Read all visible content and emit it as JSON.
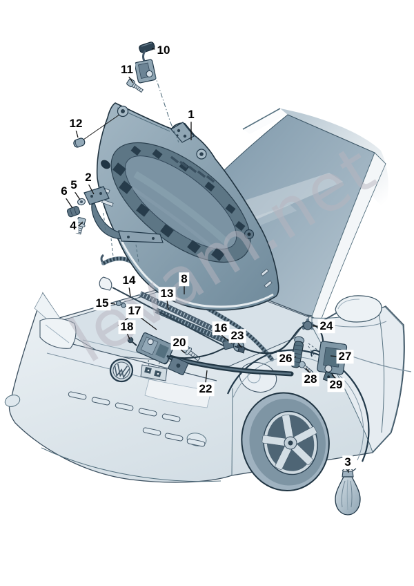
{
  "watermark": "levam.net",
  "callouts": {
    "c1": "1",
    "c2": "2",
    "c3": "3",
    "c4": "4",
    "c5": "5",
    "c6": "6",
    "c8": "8",
    "c10": "10",
    "c11": "11",
    "c12": "12",
    "c13": "13",
    "c14": "14",
    "c15": "15",
    "c16": "16",
    "c17": "17",
    "c18": "18",
    "c20": "20",
    "c22": "22",
    "c23": "23",
    "c24": "24",
    "c26": "26",
    "c27": "27",
    "c28": "28",
    "c29": "29"
  },
  "colors": {
    "outline": "#22394a",
    "hood_panel": "#7e96a6",
    "hood_inner_band": "#5d7685",
    "hood_cutouts": "#273c4b",
    "car_body": "#e9eff3",
    "glass": "#8fa7b8",
    "seal_dark": "#213644",
    "watermark_gray": "#b8b5bf",
    "callout_bg": "#ffffff",
    "callout_text": "#000000"
  }
}
